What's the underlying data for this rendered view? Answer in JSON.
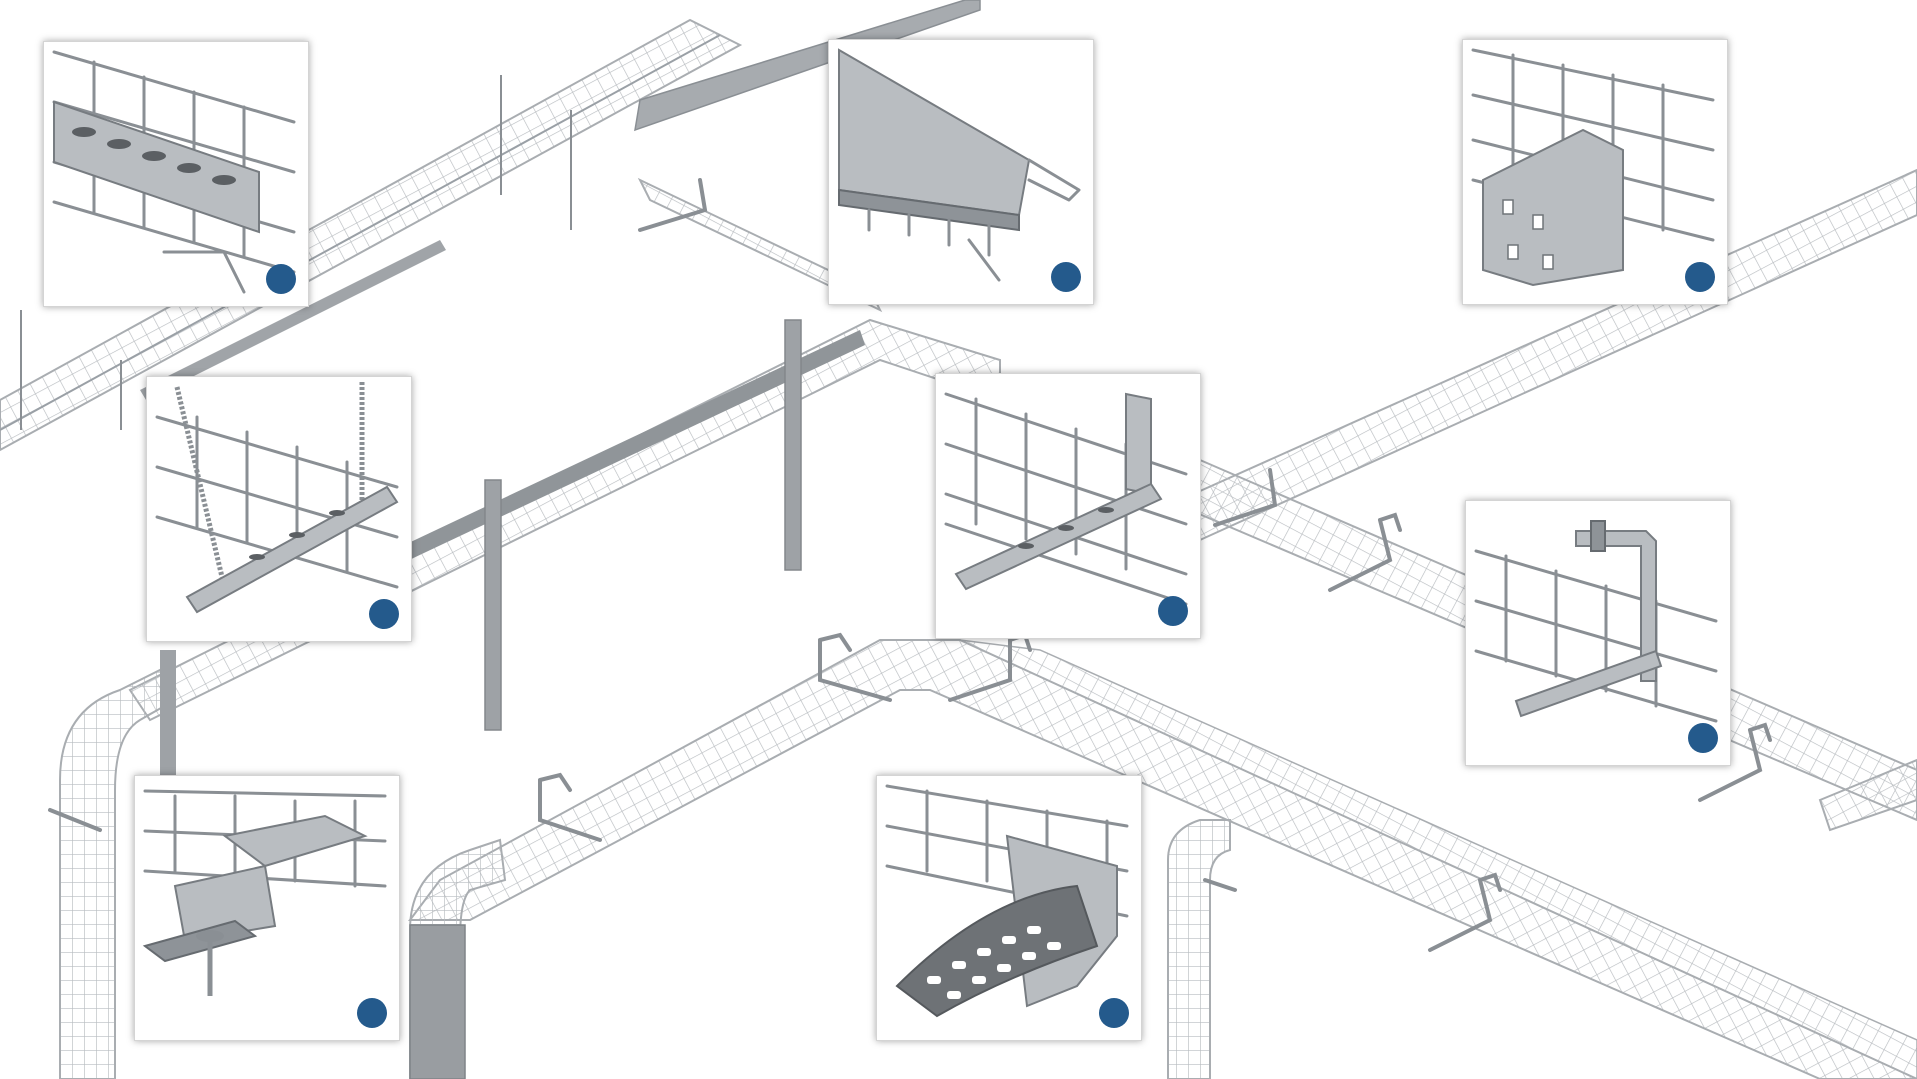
{
  "colors": {
    "marker": "#245a8c",
    "tray_wire": "#b8bcc0",
    "tray_wire_dark": "#8f9499",
    "solid_metal": "#9a9ea2",
    "background": "#ffffff"
  },
  "cards": [
    {
      "id": "coupler",
      "icon": "splice-coupler-icon"
    },
    {
      "id": "cover",
      "icon": "tray-cover-icon"
    },
    {
      "id": "wall-bracket",
      "icon": "wall-bracket-icon"
    },
    {
      "id": "threaded-rod-support",
      "icon": "threaded-rod-support-icon"
    },
    {
      "id": "wall-mount-channel",
      "icon": "wall-mount-channel-icon"
    },
    {
      "id": "ceiling-hanger",
      "icon": "ceiling-hanger-icon"
    },
    {
      "id": "floor-bracket",
      "icon": "floor-bracket-icon"
    },
    {
      "id": "drop-out",
      "icon": "drop-out-plate-icon"
    }
  ]
}
